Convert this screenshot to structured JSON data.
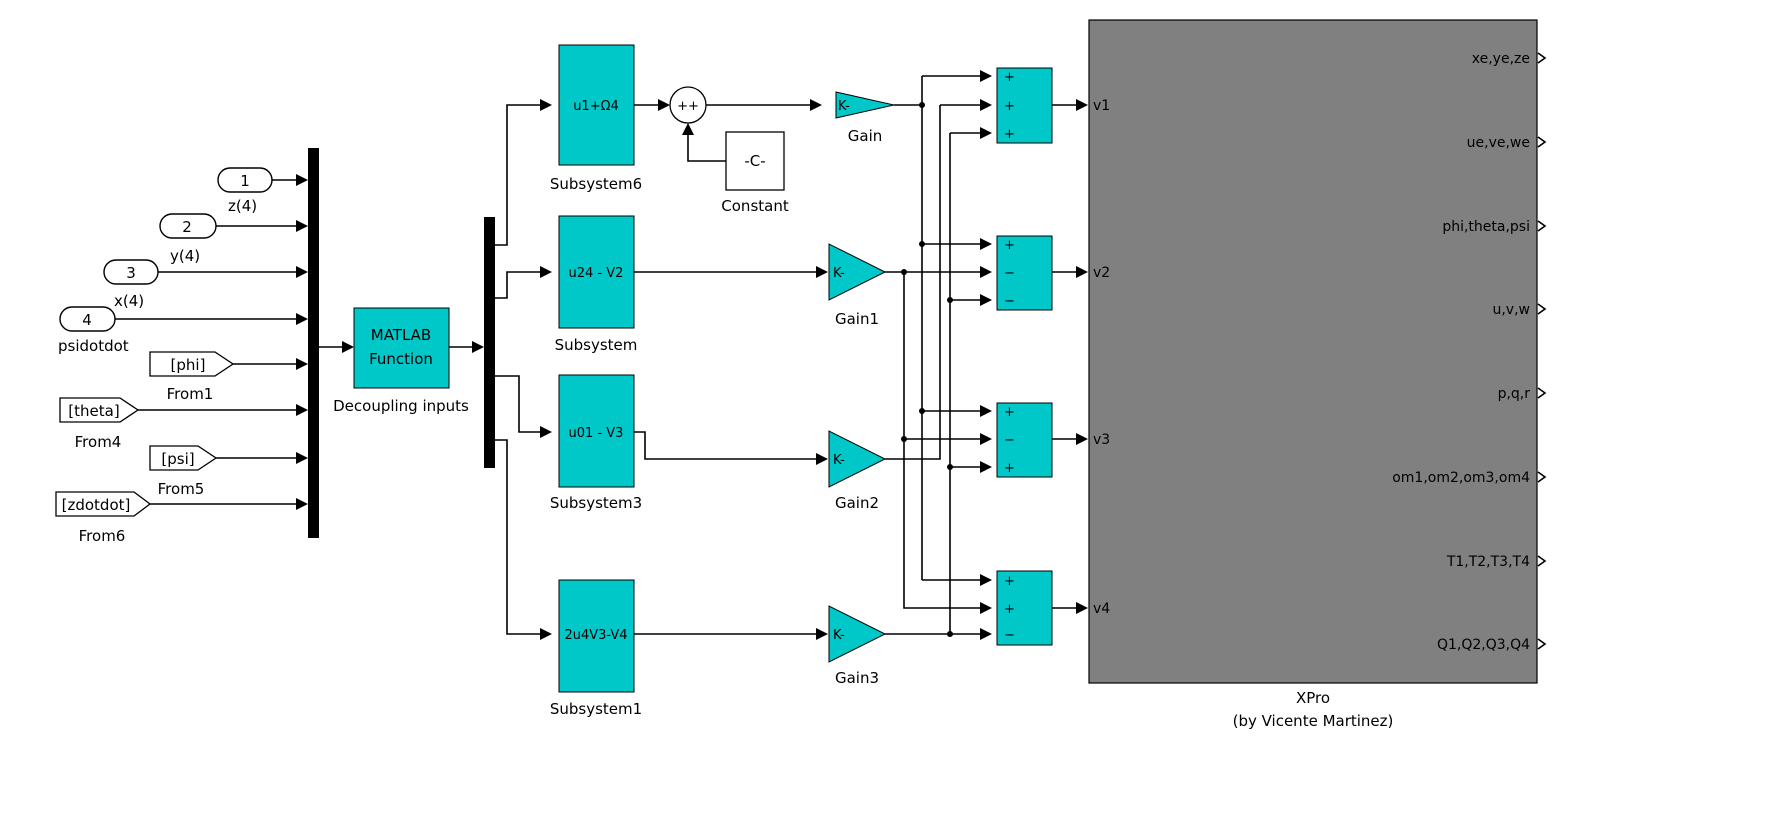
{
  "inports": [
    {
      "number": "1",
      "signal": "z(4)"
    },
    {
      "number": "2",
      "signal": "y(4)"
    },
    {
      "number": "3",
      "signal": "x(4)"
    },
    {
      "number": "4",
      "signal": "psidotdot"
    }
  ],
  "from_blocks": [
    {
      "tag": "[phi]",
      "name": "From1"
    },
    {
      "tag": "[theta]",
      "name": "From4"
    },
    {
      "tag": "[psi]",
      "name": "From5"
    },
    {
      "tag": "[zdotdot]",
      "name": "From6"
    }
  ],
  "matlab_fn": {
    "line1": "MATLAB",
    "line2": "Function",
    "name": "Decoupling inputs"
  },
  "subsystems": [
    {
      "name": "Subsystem6",
      "content": "u1+Ω4"
    },
    {
      "name": "Subsystem",
      "content": "u24 - V2"
    },
    {
      "name": "Subsystem3",
      "content": "u01 - V3"
    },
    {
      "name": "Subsystem1",
      "content": "2u4V3-V4"
    }
  ],
  "sum_signs": "++",
  "constant": {
    "value": "-C-",
    "name": "Constant"
  },
  "gains": [
    {
      "name": "Gain",
      "value": "K-"
    },
    {
      "name": "Gain1",
      "value": "K-"
    },
    {
      "name": "Gain2",
      "value": "K-"
    },
    {
      "name": "Gain3",
      "value": "K-"
    }
  ],
  "mixers": [
    {
      "signs": [
        "+",
        "+",
        "+"
      ],
      "out": "v1"
    },
    {
      "signs": [
        "+",
        "−",
        "−"
      ],
      "out": "v2"
    },
    {
      "signs": [
        "+",
        "−",
        "+"
      ],
      "out": "v3"
    },
    {
      "signs": [
        "+",
        "+",
        "−"
      ],
      "out": "v4"
    }
  ],
  "xpro": {
    "name": "XPro",
    "subtitle": "(by Vicente Martinez)",
    "outputs": [
      "xe,ye,ze",
      "ue,ve,we",
      "phi,theta,psi",
      "u,v,w",
      "p,q,r",
      "om1,om2,om3,om4",
      "T1,T2,T3,T4",
      "Q1,Q2,Q3,Q4"
    ]
  },
  "colors": {
    "block": "#00c8c8",
    "xpro": "#808080",
    "wire": "#000000"
  }
}
